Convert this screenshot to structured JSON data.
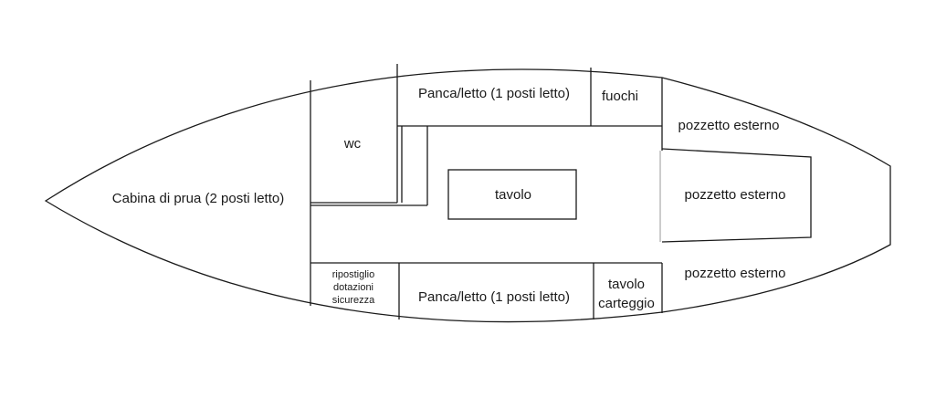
{
  "labels": {
    "cabina_prua": "Cabina di prua (2 posti letto)",
    "wc": "wc",
    "panca_top": "Panca/letto (1 posti letto)",
    "fuochi": "fuochi",
    "tavolo": "tavolo",
    "pozzetto_top": "pozzetto esterno",
    "pozzetto_mid": "pozzetto esterno",
    "pozzetto_bottom": "pozzetto esterno",
    "ripostiglio": [
      "ripostiglio",
      "dotazioni",
      "sicurezza"
    ],
    "panca_bottom": "Panca/letto (1 posti letto)",
    "tavolo_carteggio": [
      "tavolo",
      "carteggio"
    ]
  },
  "colors": {
    "stroke": "#1a1a1a",
    "background": "#ffffff"
  }
}
